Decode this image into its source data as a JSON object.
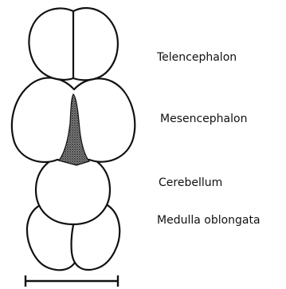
{
  "labels": {
    "telencephalon": "Telencephalon",
    "mesencephalon": "Mesencephalon",
    "cerebellum": "Cerebellum",
    "medulla": "Medulla oblongata"
  },
  "colors": {
    "ink": "#111111",
    "fill": "#ffffff",
    "stipple": "#555555"
  }
}
